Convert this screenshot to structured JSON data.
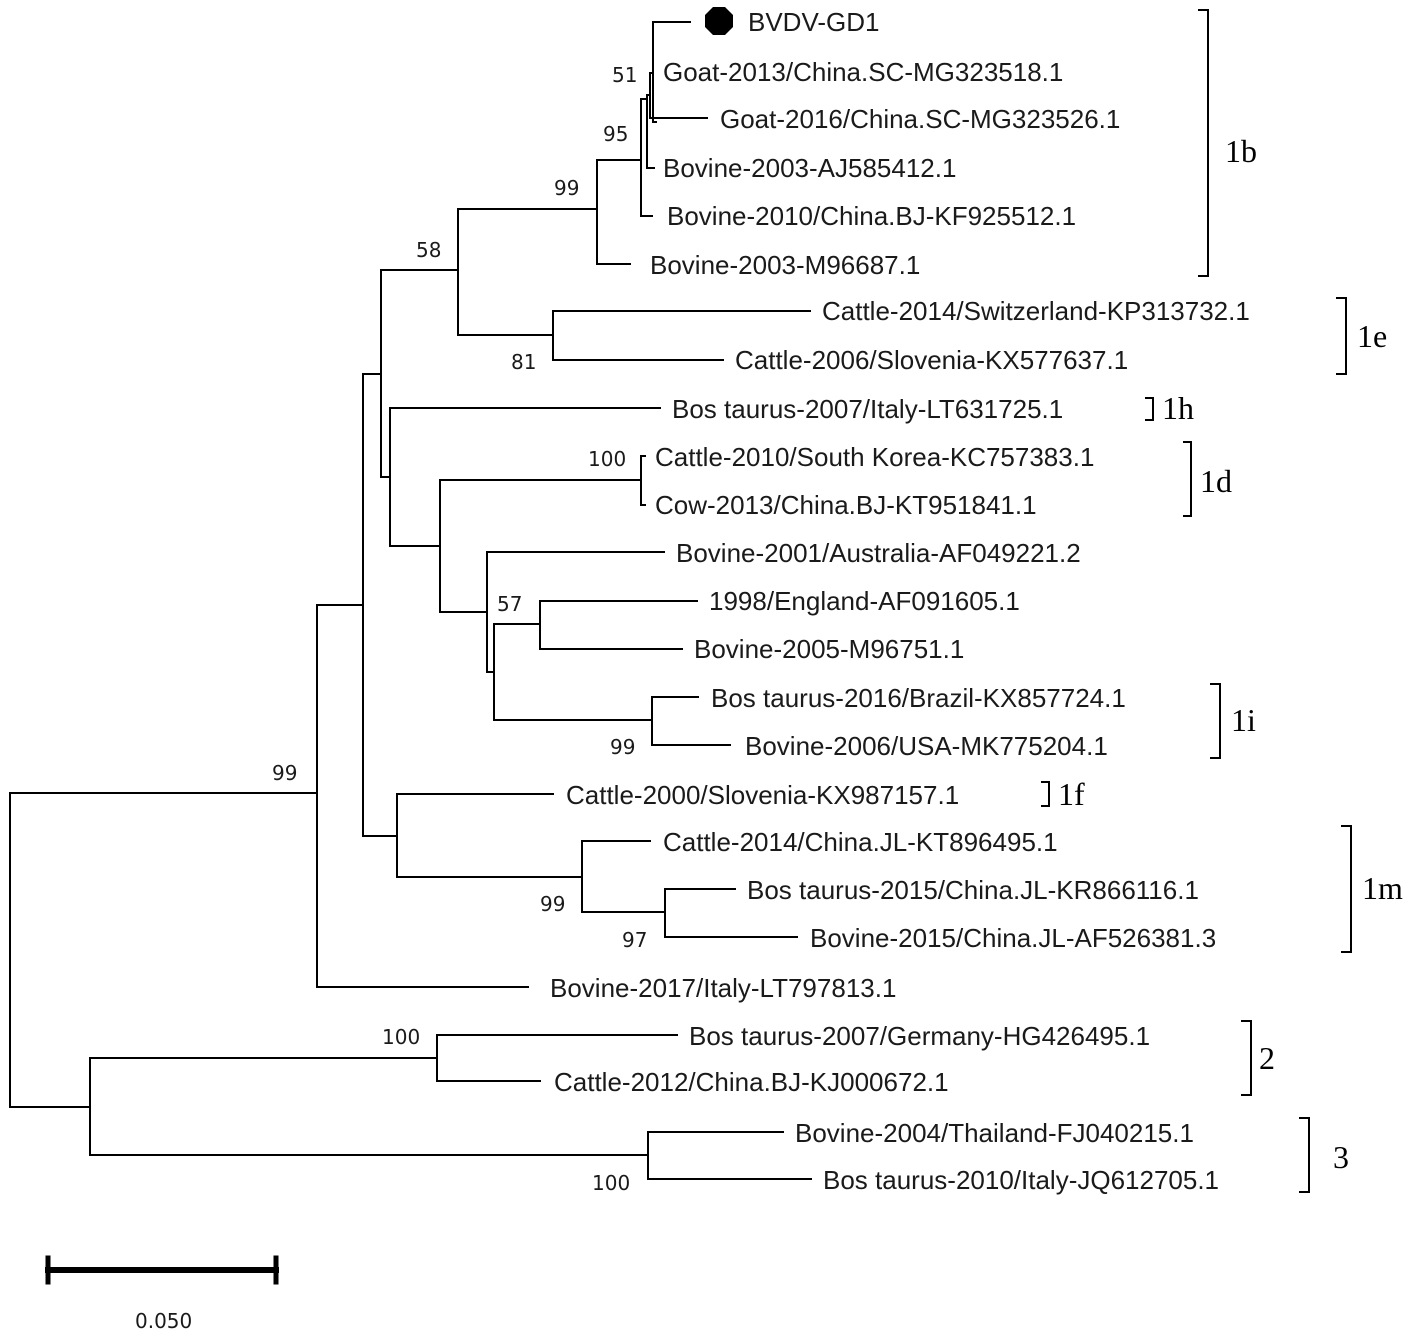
{
  "taxa": [
    "BVDV-GD1",
    "Goat-2013/China.SC-MG323518.1",
    "Goat-2016/China.SC-MG323526.1",
    "Bovine-2003-AJ585412.1",
    "Bovine-2010/China.BJ-KF925512.1",
    "Bovine-2003-M96687.1",
    "Cattle-2014/Switzerland-KP313732.1",
    "Cattle-2006/Slovenia-KX577637.1",
    "Bos taurus-2007/Italy-LT631725.1",
    "Cattle-2010/South Korea-KC757383.1",
    "Cow-2013/China.BJ-KT951841.1",
    "Bovine-2001/Australia-AF049221.2",
    "1998/England-AF091605.1",
    "Bovine-2005-M96751.1",
    "Bos taurus-2016/Brazil-KX857724.1",
    "Bovine-2006/USA-MK775204.1",
    "Cattle-2000/Slovenia-KX987157.1",
    "Cattle-2014/China.JL-KT896495.1",
    "Bos taurus-2015/China.JL-KR866116.1",
    "Bovine-2015/China.JL-AF526381.3",
    "Bovine-2017/Italy-LT797813.1",
    "Bos taurus-2007/Germany-HG426495.1",
    "Cattle-2012/China.BJ-KJ000672.1",
    "Bovine-2004/Thailand-FJ040215.1",
    "Bos taurus-2010/Italy-JQ612705.1"
  ],
  "bootstrap": [
    "51",
    "95",
    "99",
    "58",
    "81",
    "100",
    "57",
    "99",
    "99",
    "99",
    "97",
    "100",
    "100"
  ],
  "clades": [
    "1b",
    "1e",
    "1h",
    "1d",
    "1i",
    "1f",
    "1m",
    "2",
    "3"
  ],
  "scale_bar": {
    "value": 0.05,
    "label": "0.050"
  },
  "colors": {
    "line": "#000000",
    "text": "#1a1a1a",
    "marker": "#000000"
  },
  "markers": [
    {
      "taxon": "BVDV-GD1",
      "shape": "filled-octagon"
    }
  ]
}
